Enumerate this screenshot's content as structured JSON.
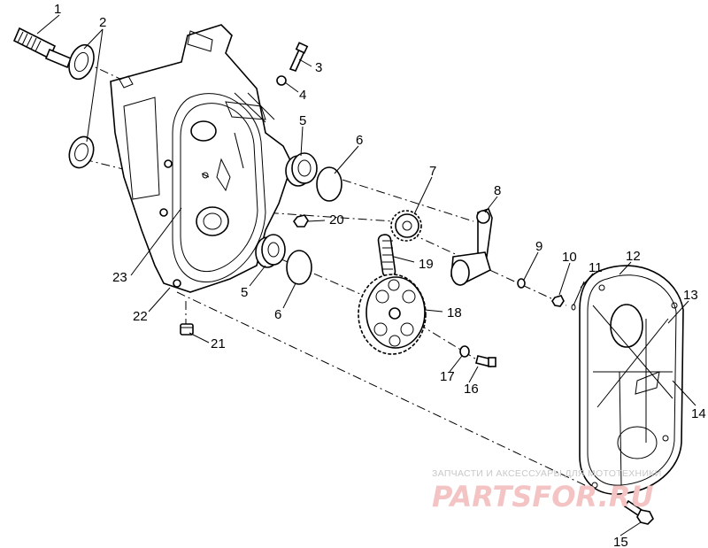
{
  "callouts": [
    {
      "id": "1",
      "label": "1"
    },
    {
      "id": "2",
      "label": "2"
    },
    {
      "id": "3",
      "label": "3"
    },
    {
      "id": "4",
      "label": "4"
    },
    {
      "id": "5a",
      "label": "5"
    },
    {
      "id": "6a",
      "label": "6"
    },
    {
      "id": "7",
      "label": "7"
    },
    {
      "id": "8",
      "label": "8"
    },
    {
      "id": "9",
      "label": "9"
    },
    {
      "id": "10",
      "label": "10"
    },
    {
      "id": "11",
      "label": "11"
    },
    {
      "id": "12",
      "label": "12"
    },
    {
      "id": "13",
      "label": "13"
    },
    {
      "id": "14",
      "label": "14"
    },
    {
      "id": "15",
      "label": "15"
    },
    {
      "id": "16",
      "label": "16"
    },
    {
      "id": "17",
      "label": "17"
    },
    {
      "id": "18",
      "label": "18"
    },
    {
      "id": "19",
      "label": "19"
    },
    {
      "id": "20",
      "label": "20"
    },
    {
      "id": "21",
      "label": "21"
    },
    {
      "id": "22",
      "label": "22"
    },
    {
      "id": "23",
      "label": "23"
    },
    {
      "id": "5b",
      "label": "5"
    },
    {
      "id": "6b",
      "label": "6"
    }
  ],
  "watermark": {
    "subtitle": "ЗАПЧАСТИ И АКСЕССУАРЫ ДЛЯ МОТОТЕХНИКИ",
    "brand": "PARTSFOR.RU"
  }
}
